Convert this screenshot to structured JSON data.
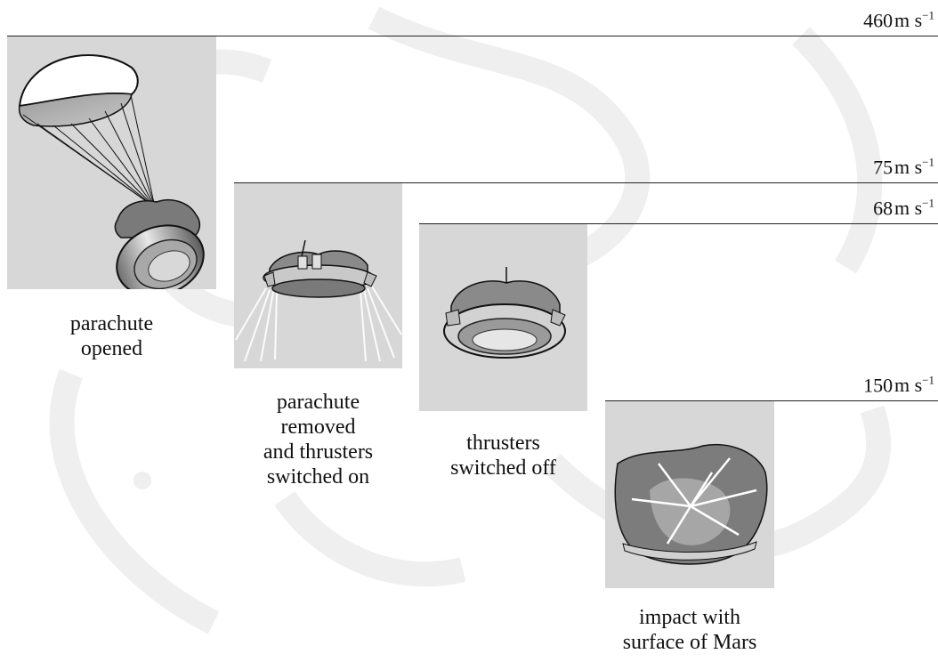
{
  "speed_labels": {
    "level1": {
      "value": "460",
      "unit": "m s",
      "exponent": "−1"
    },
    "level2": {
      "value": "75",
      "unit": "m s",
      "exponent": "−1"
    },
    "level3": {
      "value": "68",
      "unit": "m s",
      "exponent": "−1"
    },
    "level4": {
      "value": "150",
      "unit": "m s",
      "exponent": "−1"
    }
  },
  "stages": [
    {
      "caption": [
        "parachute",
        "opened"
      ]
    },
    {
      "caption": [
        "parachute",
        "removed",
        "and thrusters",
        "switched on"
      ]
    },
    {
      "caption": [
        "thrusters",
        "switched off"
      ]
    },
    {
      "caption": [
        "impact with",
        "surface of Mars"
      ]
    }
  ],
  "colors": {
    "panel": "#d7d7d7",
    "line": "#222222",
    "watermark": "#eeeeee"
  }
}
